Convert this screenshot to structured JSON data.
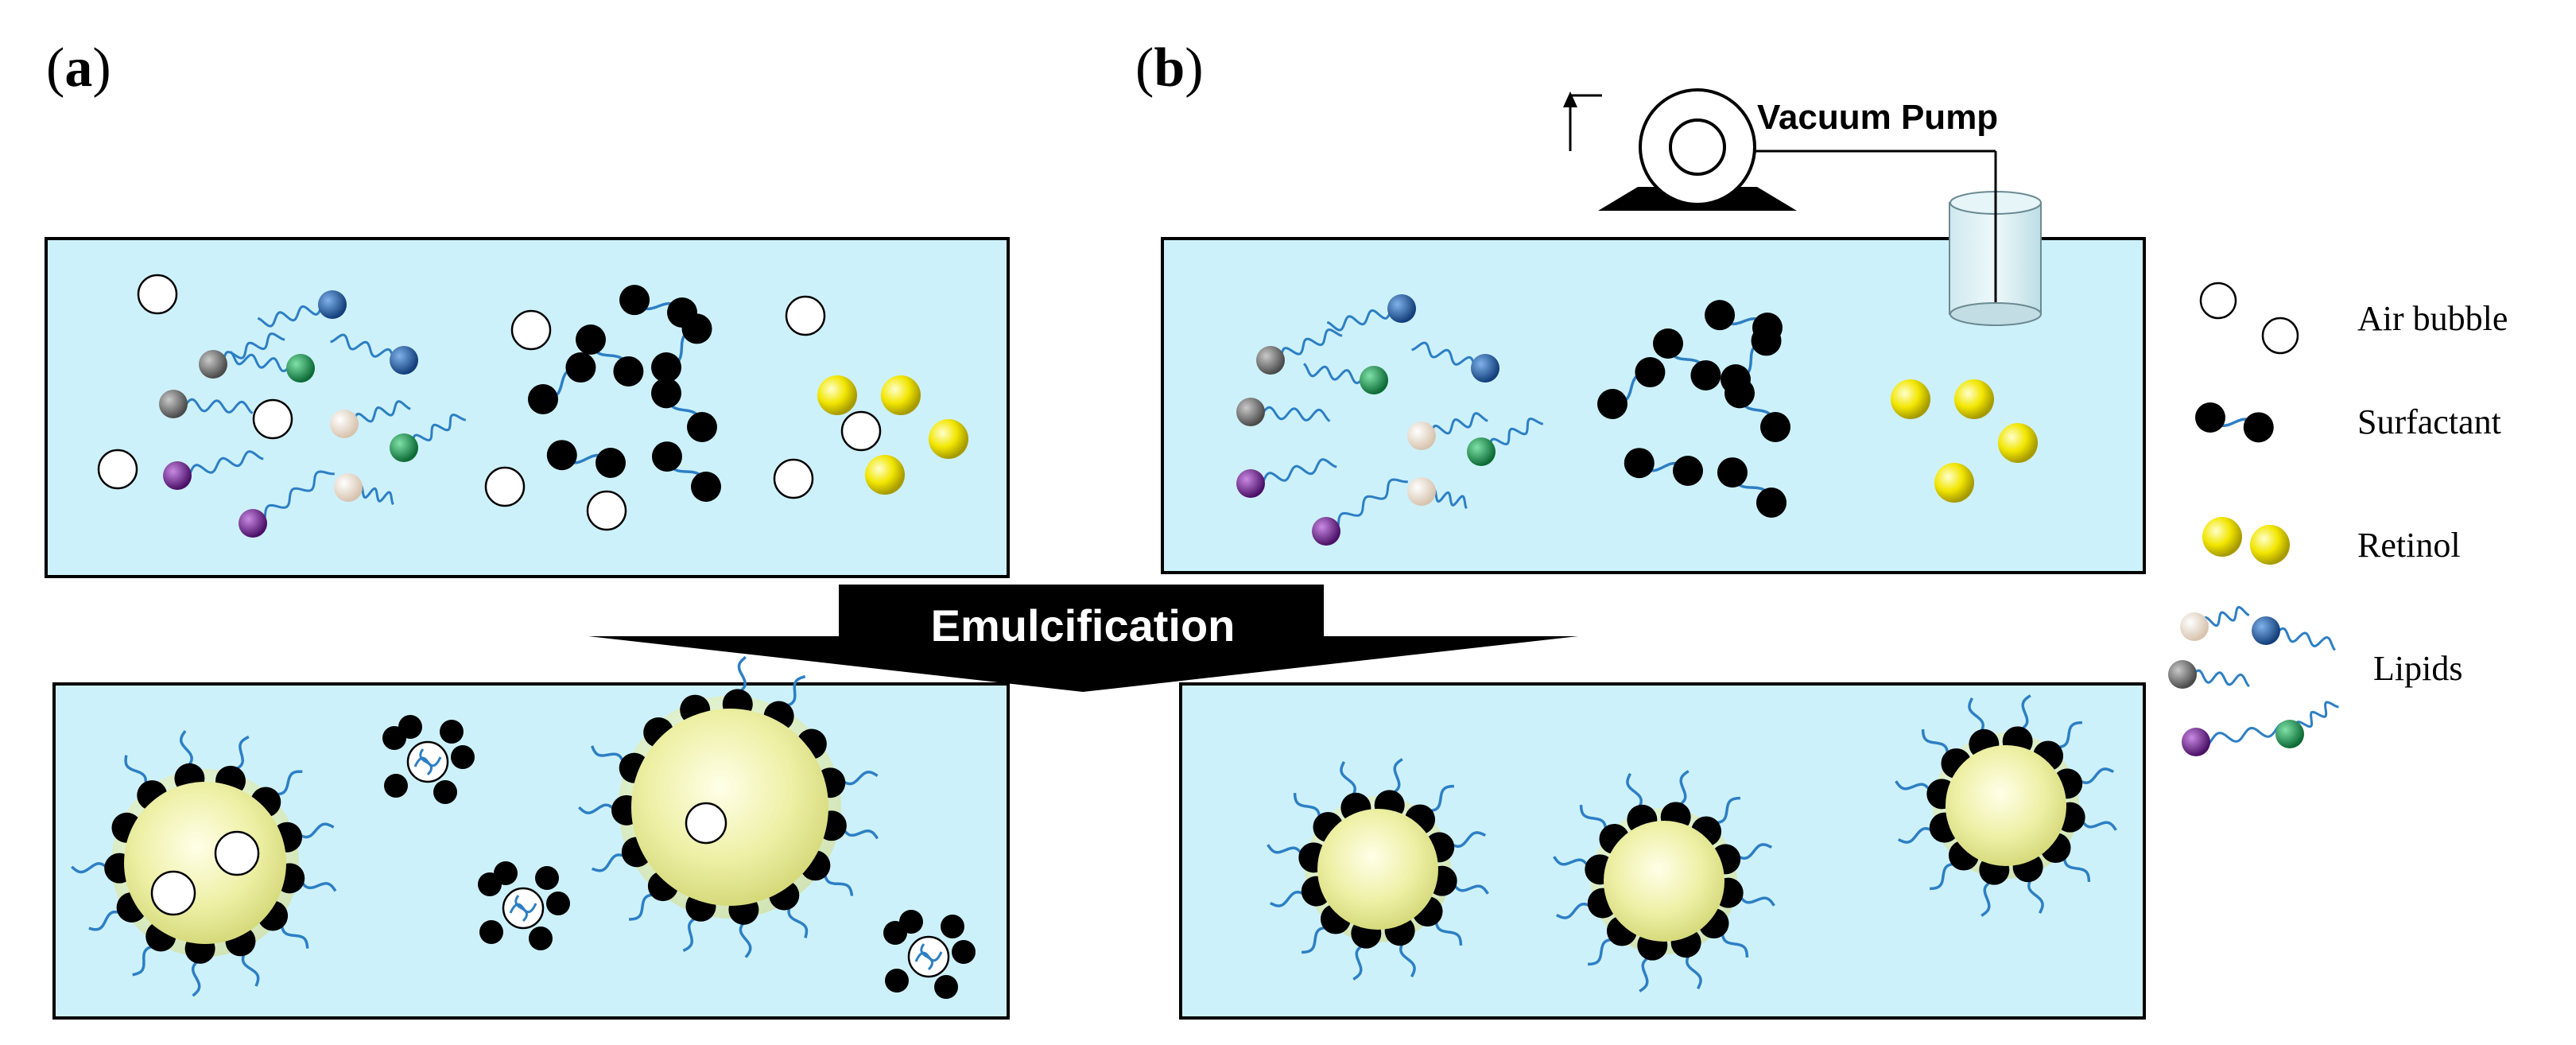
{
  "panels": {
    "a": "a",
    "b": "b"
  },
  "process": {
    "emulsification": "Emulcification"
  },
  "pump": {
    "label": "Vacuum Pump"
  },
  "legend": {
    "air_bubble": "Air bubble",
    "surfactant": "Surfactant",
    "retinol": "Retinol",
    "lipids": "Lipids"
  },
  "colors": {
    "medium": "#cdf1fb",
    "tail": "#2d7fc4",
    "retinol": "#f2e600",
    "droplet_core": "#f0f2b0",
    "lipid_blue": "#1f5fa8",
    "lipid_green": "#1a9a55",
    "lipid_grey": "#7a7a7a",
    "lipid_purple": "#7a2a9a",
    "lipid_cream": "#f1e4d6"
  }
}
